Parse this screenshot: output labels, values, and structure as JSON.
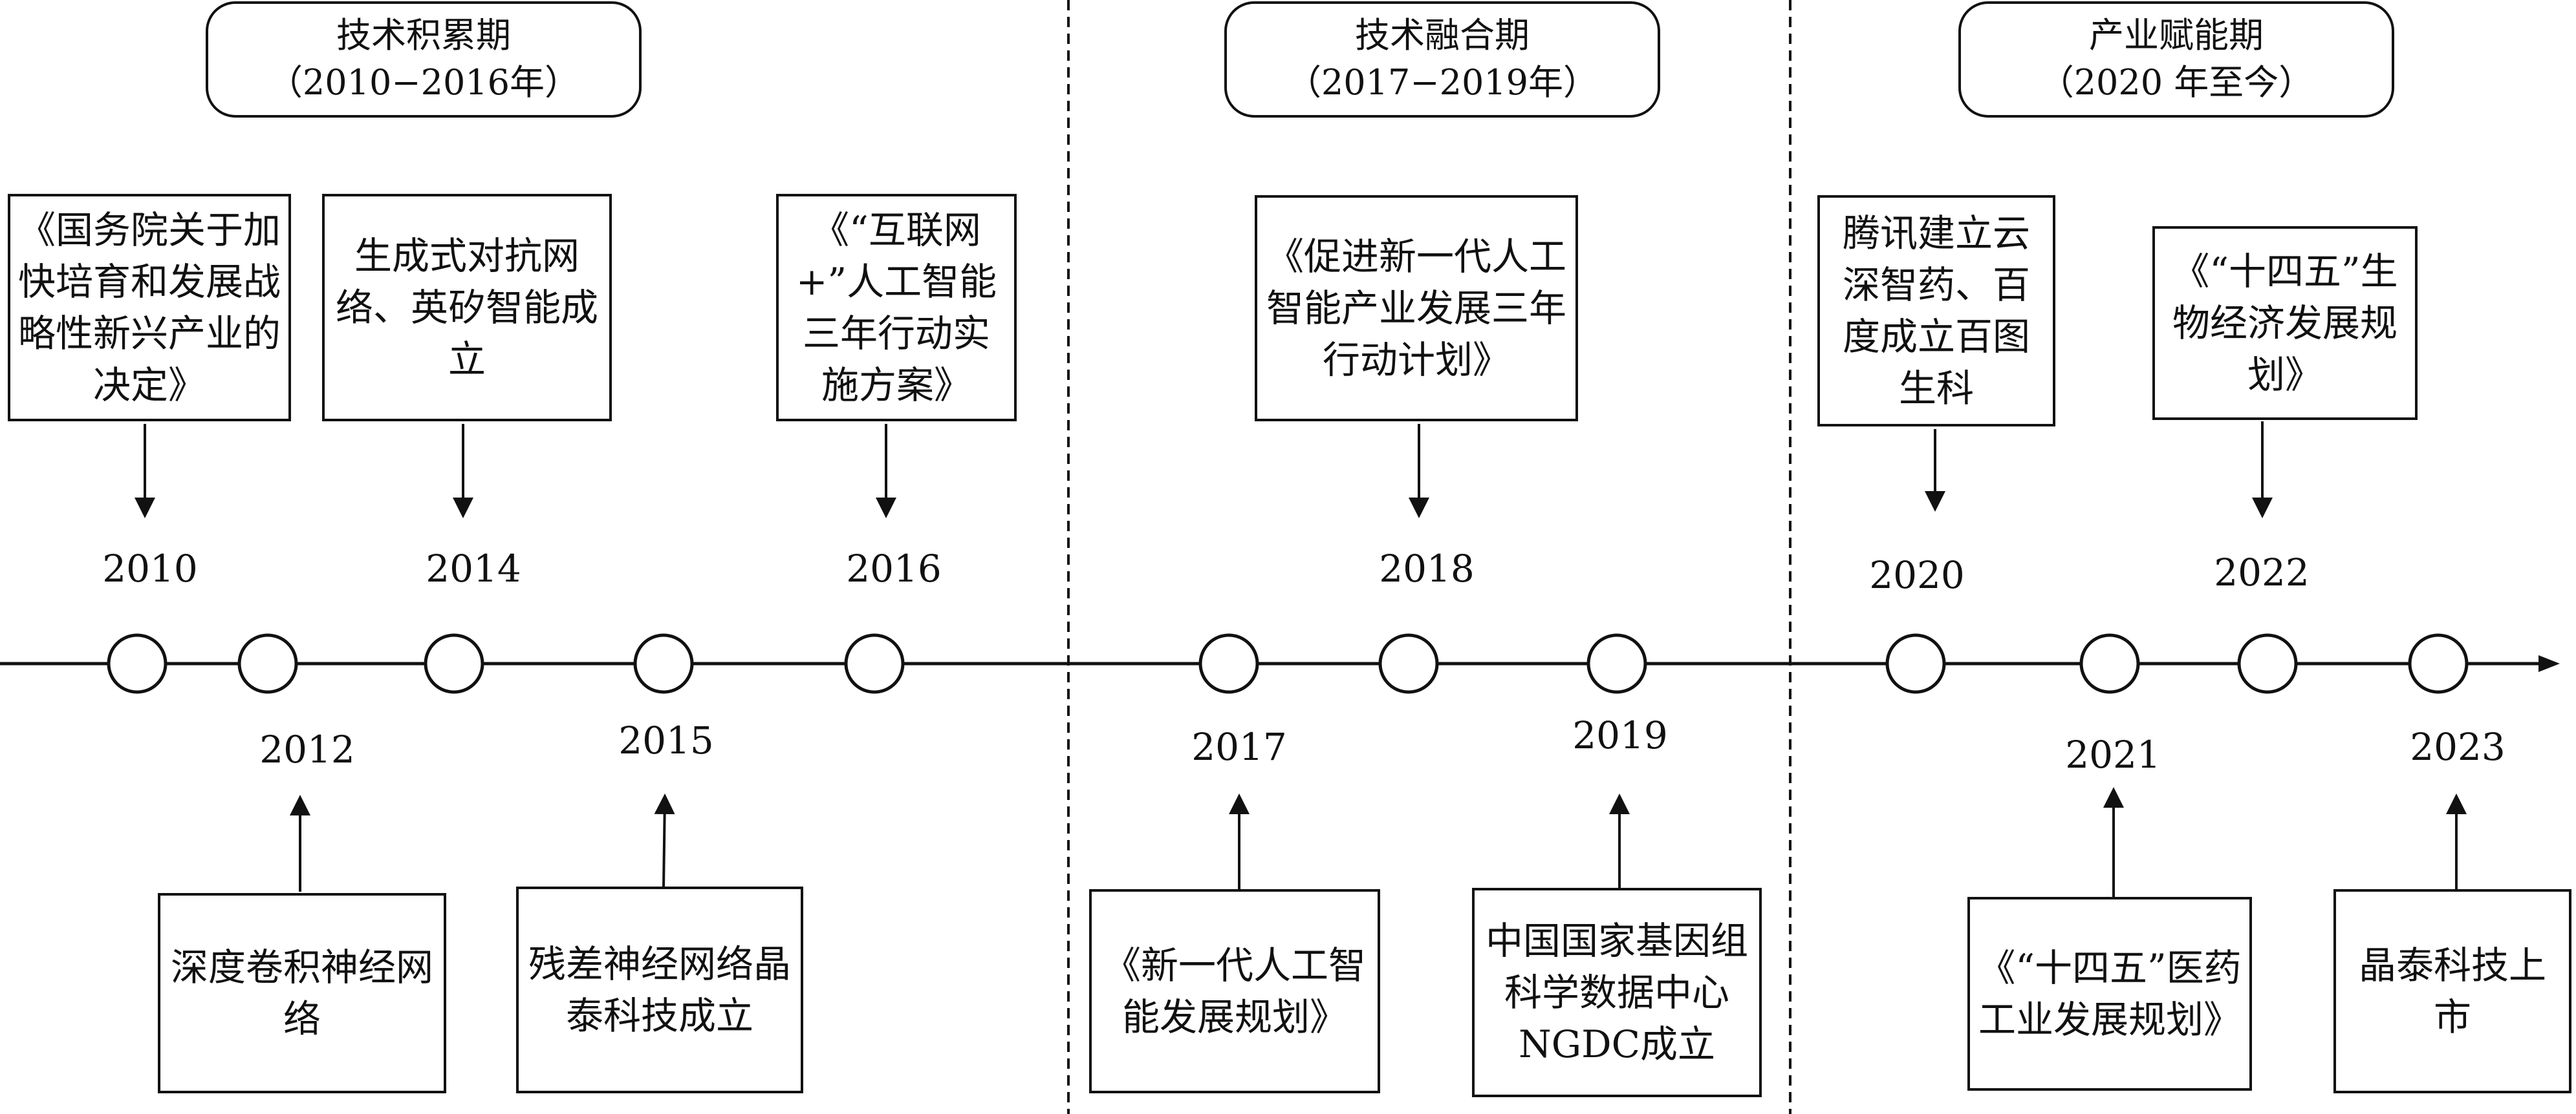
{
  "periods": [
    {
      "name": "技术积累期",
      "range": "（2010−2016年）"
    },
    {
      "name": "技术融合期",
      "range": "（2017−2019年）"
    },
    {
      "name": "产业赋能期",
      "range": "（2020 年至今）"
    }
  ],
  "years": [
    "2010",
    "2012",
    "2014",
    "2015",
    "2016",
    "2017",
    "2018",
    "2019",
    "2020",
    "2021",
    "2022",
    "2023"
  ],
  "events": [
    {
      "year": "2010",
      "text": "《国务院关于加快培育和发展战略性新兴产业的决定》"
    },
    {
      "year": "2012",
      "text": "深度卷积神经网络"
    },
    {
      "year": "2014",
      "text": "生成式对抗网络、英矽智能成立"
    },
    {
      "year": "2015",
      "text": "残差神经网络晶泰科技成立"
    },
    {
      "year": "2016",
      "text": "《“互联网+”人工智能三年行动实施方案》"
    },
    {
      "year": "2017",
      "text": "《新一代人工智能发展规划》"
    },
    {
      "year": "2018",
      "text": "《促进新一代人工智能产业发展三年行动计划》"
    },
    {
      "year": "2019",
      "text": "中国国家基因组科学数据中心NGDC成立"
    },
    {
      "year": "2020",
      "text": "腾讯建立云深智药、百度成立百图生科"
    },
    {
      "year": "2021",
      "text": "《“十四五”医药工业发展规划》"
    },
    {
      "year": "2022",
      "text": "《“十四五”生物经济发展规划》"
    },
    {
      "year": "2023",
      "text": "晶泰科技上市"
    }
  ]
}
